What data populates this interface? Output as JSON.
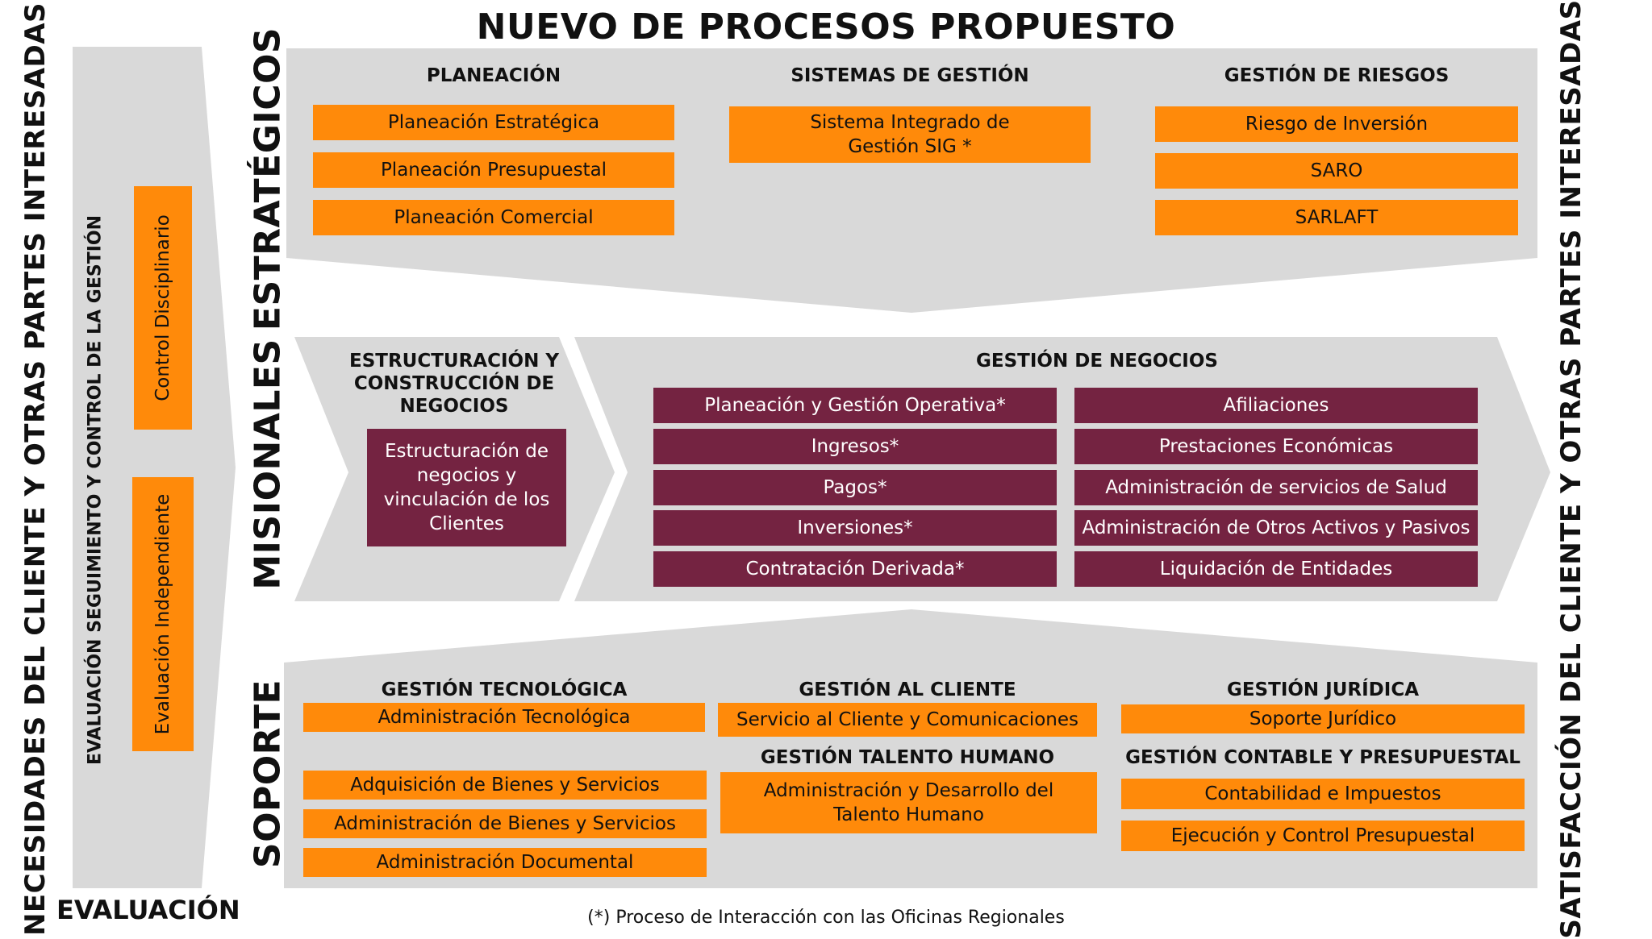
{
  "title": "NUEVO DE PROCESOS PROPUESTO",
  "left_side_label": "NECESIDADES  DEL CLIENTE Y OTRAS PARTES INTERESADAS",
  "right_side_label": "SATISFACCIÓN  DEL CLIENTE Y OTRAS PARTES INTERESADAS",
  "evaluation": {
    "long_label": "EVALUACIÓN SEGUIMIENTO Y CONTROL DE LA GESTIÓN",
    "bottom_label": "EVALUACIÓN",
    "items": [
      "Control Disciplinario",
      "Evaluación Independiente"
    ]
  },
  "strategic": {
    "label": "ESTRATÉGICOS",
    "columns": [
      {
        "heading": "PLANEACIÓN",
        "items": [
          "Planeación Estratégica",
          "Planeación Presupuestal",
          "Planeación Comercial"
        ]
      },
      {
        "heading": "SISTEMAS DE GESTIÓN",
        "items": [
          "Sistema Integrado de Gestión SIG *"
        ]
      },
      {
        "heading": "GESTIÓN DE RIESGOS",
        "items": [
          "Riesgo de Inversión",
          "SARO",
          "SARLAFT"
        ]
      }
    ]
  },
  "missional": {
    "label": "MISIONALES",
    "structuring": {
      "heading": "ESTRUCTURACIÓN Y CONSTRUCCIÓN DE NEGOCIOS",
      "item": "Estructuración de negocios y vinculación de los Clientes"
    },
    "business": {
      "heading": "GESTIÓN DE NEGOCIOS",
      "left": [
        "Planeación y Gestión Operativa*",
        "Ingresos*",
        "Pagos*",
        "Inversiones*",
        "Contratación Derivada*"
      ],
      "right": [
        "Afiliaciones",
        "Prestaciones Económicas",
        "Administración de servicios de Salud",
        "Administración de Otros Activos y Pasivos",
        "Liquidación de Entidades"
      ]
    }
  },
  "support": {
    "label": "SOPORTE",
    "tech": {
      "heading": "GESTIÓN TECNOLÓGICA",
      "items": [
        "Administración Tecnológica",
        "Adquisición de Bienes y Servicios",
        "Administración de Bienes y Servicios",
        "Administración Documental"
      ]
    },
    "client": {
      "heading": "GESTIÓN AL CLIENTE",
      "items": [
        "Servicio al Cliente y Comunicaciones"
      ]
    },
    "talent": {
      "heading": "GESTIÓN TALENTO HUMANO",
      "items": [
        "Administración y Desarrollo del Talento Humano"
      ]
    },
    "legal": {
      "heading": "GESTIÓN JURÍDICA",
      "items": [
        "Soporte Jurídico"
      ]
    },
    "accounting": {
      "heading": "GESTIÓN CONTABLE Y PRESUPUESTAL",
      "items": [
        "Contabilidad e Impuestos",
        "Ejecución y Control Presupuestal"
      ]
    }
  },
  "footnote": "(*) Proceso de Interacción con las Oficinas Regionales",
  "colors": {
    "gray": "#d9d9d9",
    "orange": "#ff8a0a",
    "maroon": "#742341"
  }
}
